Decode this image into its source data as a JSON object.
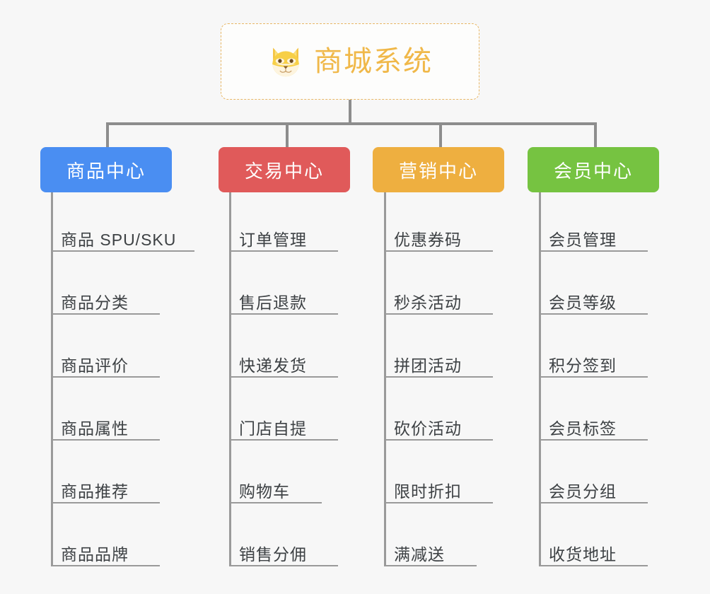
{
  "diagram": {
    "type": "mindmap",
    "background_color": "#f7f7f7",
    "root": {
      "title": "商城系统",
      "icon": "shiba-dog-emoji",
      "text_color": "#f0b849",
      "border_color": "#e8b765",
      "border_style": "dashed"
    },
    "connector_color": "#8d8d8d",
    "leaf_text_color": "#3d4144",
    "leaf_line_color": "#9a9a9a",
    "branches": [
      {
        "label": "商品中心",
        "color": "#4a8ef2",
        "items": [
          "商品 SPU/SKU",
          "商品分类",
          "商品评价",
          "商品属性",
          "商品推荐",
          "商品品牌"
        ]
      },
      {
        "label": "交易中心",
        "color": "#e05a5a",
        "items": [
          "订单管理",
          "售后退款",
          "快递发货",
          "门店自提",
          "购物车",
          "销售分佣"
        ]
      },
      {
        "label": "营销中心",
        "color": "#eeaf40",
        "items": [
          "优惠券码",
          "秒杀活动",
          "拼团活动",
          "砍价活动",
          "限时折扣",
          "满减送"
        ]
      },
      {
        "label": "会员中心",
        "color": "#76c341",
        "items": [
          "会员管理",
          "会员等级",
          "积分签到",
          "会员标签",
          "会员分组",
          "收货地址"
        ]
      }
    ]
  }
}
